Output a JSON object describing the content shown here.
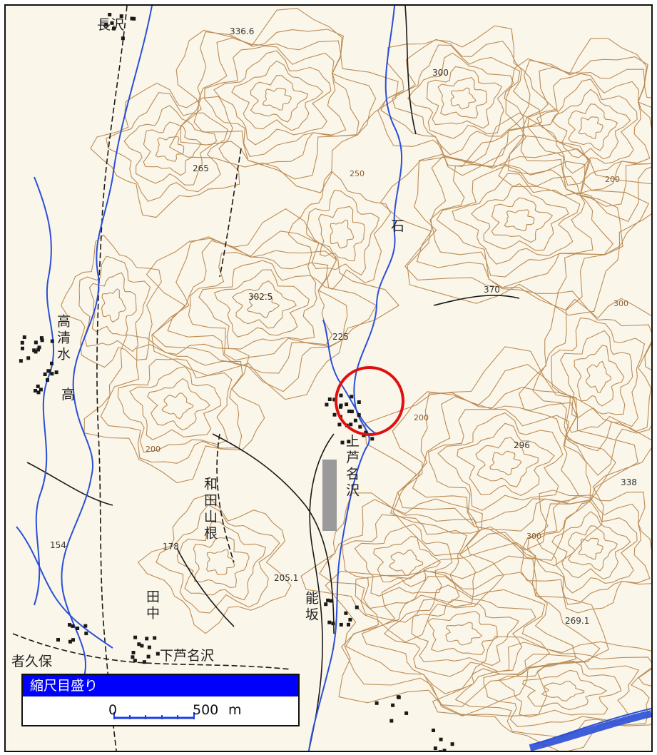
{
  "map": {
    "labels": [
      {
        "id": "nagasawa",
        "text": "長沢",
        "vertical": false,
        "kind": "place"
      },
      {
        "id": "takashimizu",
        "text": "高清水",
        "vertical": true,
        "kind": "place"
      },
      {
        "id": "sekiishi",
        "text": "石",
        "vertical": false,
        "kind": "place"
      },
      {
        "id": "kamiashinasawa",
        "text": "上芦名沢",
        "vertical": true,
        "kind": "place"
      },
      {
        "id": "wadayamane",
        "text": "和田山根",
        "vertical": true,
        "kind": "place"
      },
      {
        "id": "nosaka",
        "text": "能坂",
        "vertical": true,
        "kind": "place"
      },
      {
        "id": "tanaka",
        "text": "田中",
        "vertical": true,
        "kind": "place"
      },
      {
        "id": "shimoashinasawa",
        "text": "下芦名沢",
        "vertical": false,
        "kind": "place"
      },
      {
        "id": "kubo",
        "text": "者久保",
        "vertical": false,
        "kind": "place"
      },
      {
        "id": "takashimizu2",
        "text": "高",
        "vertical": false,
        "kind": "place"
      },
      {
        "id": "e300",
        "text": "300",
        "vertical": false,
        "kind": "elev"
      },
      {
        "id": "e370",
        "text": "370",
        "vertical": false,
        "kind": "elev"
      },
      {
        "id": "e296",
        "text": "296",
        "vertical": false,
        "kind": "elev"
      },
      {
        "id": "e338",
        "text": "338",
        "vertical": false,
        "kind": "elev"
      },
      {
        "id": "e265",
        "text": "265",
        "vertical": false,
        "kind": "elev"
      },
      {
        "id": "e225",
        "text": "225",
        "vertical": false,
        "kind": "elev"
      },
      {
        "id": "e178",
        "text": "178",
        "vertical": false,
        "kind": "elev"
      },
      {
        "id": "e154",
        "text": "154",
        "vertical": false,
        "kind": "elev"
      },
      {
        "id": "e3025",
        "text": "302.5",
        "vertical": false,
        "kind": "elev"
      },
      {
        "id": "e3366",
        "text": "336.6",
        "vertical": false,
        "kind": "elev"
      },
      {
        "id": "e2691",
        "text": "269.1",
        "vertical": false,
        "kind": "elev"
      },
      {
        "id": "e2051",
        "text": "205.1",
        "vertical": false,
        "kind": "elev"
      },
      {
        "id": "c250",
        "text": "250",
        "vertical": false,
        "kind": "contour"
      },
      {
        "id": "c200",
        "text": "200",
        "vertical": false,
        "kind": "contour"
      },
      {
        "id": "c200b",
        "text": "200",
        "vertical": false,
        "kind": "contour"
      },
      {
        "id": "c300",
        "text": "300",
        "vertical": false,
        "kind": "contour"
      },
      {
        "id": "c300b",
        "text": "300",
        "vertical": false,
        "kind": "contour"
      },
      {
        "id": "c200c",
        "text": "200",
        "vertical": false,
        "kind": "contour"
      }
    ],
    "colors": {
      "background": "#fbf6ea",
      "contour": "#b07a3c",
      "river": "#2a4fd8",
      "road": "#1a1a1a",
      "marker": "#e01010"
    },
    "marker": {
      "shape": "circle",
      "meaning": "highlighted location"
    }
  },
  "scale": {
    "title": "縮尺目盛り",
    "tick_start": "0",
    "tick_end": "500",
    "unit": "m"
  }
}
